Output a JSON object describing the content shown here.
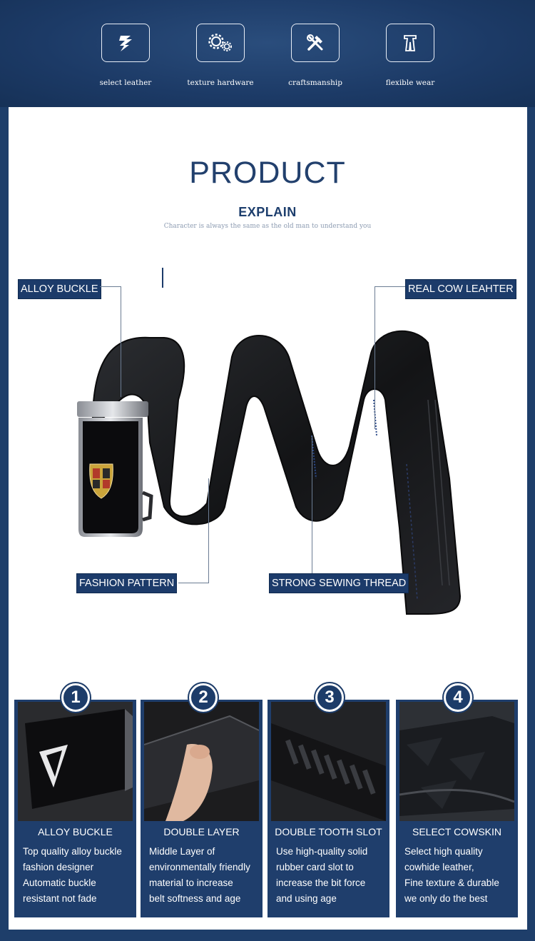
{
  "features": [
    {
      "label": "select leather",
      "icon": "leaf-icon"
    },
    {
      "label": "texture hardware",
      "icon": "gears-icon"
    },
    {
      "label": "craftsmanship",
      "icon": "tools-icon"
    },
    {
      "label": "flexible wear",
      "icon": "garment-icon"
    }
  ],
  "product": {
    "heading": "PRODUCT",
    "subheading": "EXPLAIN",
    "caption": "Character is always the same as the old man to understand you"
  },
  "callouts": {
    "alloy_buckle": "ALLOY BUCKLE",
    "real_cow_leather": "REAL COW LEAHTER",
    "fashion_pattern": "FASHION PATTERN",
    "strong_sewing_thread": "STRONG SEWING THREAD"
  },
  "cards": [
    {
      "number": "1",
      "title": "ALLOY BUCKLE",
      "lines": [
        "Top quality alloy buckle",
        "fashion designer",
        "Automatic buckle",
        "resistant not fade"
      ]
    },
    {
      "number": "2",
      "title": "DOUBLE LAYER",
      "lines": [
        "Middle Layer of",
        "environmentally friendly",
        "material to increase",
        "belt softness and age"
      ]
    },
    {
      "number": "3",
      "title": "DOUBLE TOOTH SLOT",
      "lines": [
        "Use high-quality solid",
        "rubber card slot to",
        "increase the bit force",
        "and using age"
      ]
    },
    {
      "number": "4",
      "title": "SELECT COWSKIN",
      "lines": [
        "Select high quality",
        "cowhide leather,",
        "Fine texture & durable",
        "we only do the best"
      ]
    }
  ],
  "colors": {
    "navy": "#1e3e6a",
    "panel": "#ffffff",
    "heading": "#22406d"
  }
}
